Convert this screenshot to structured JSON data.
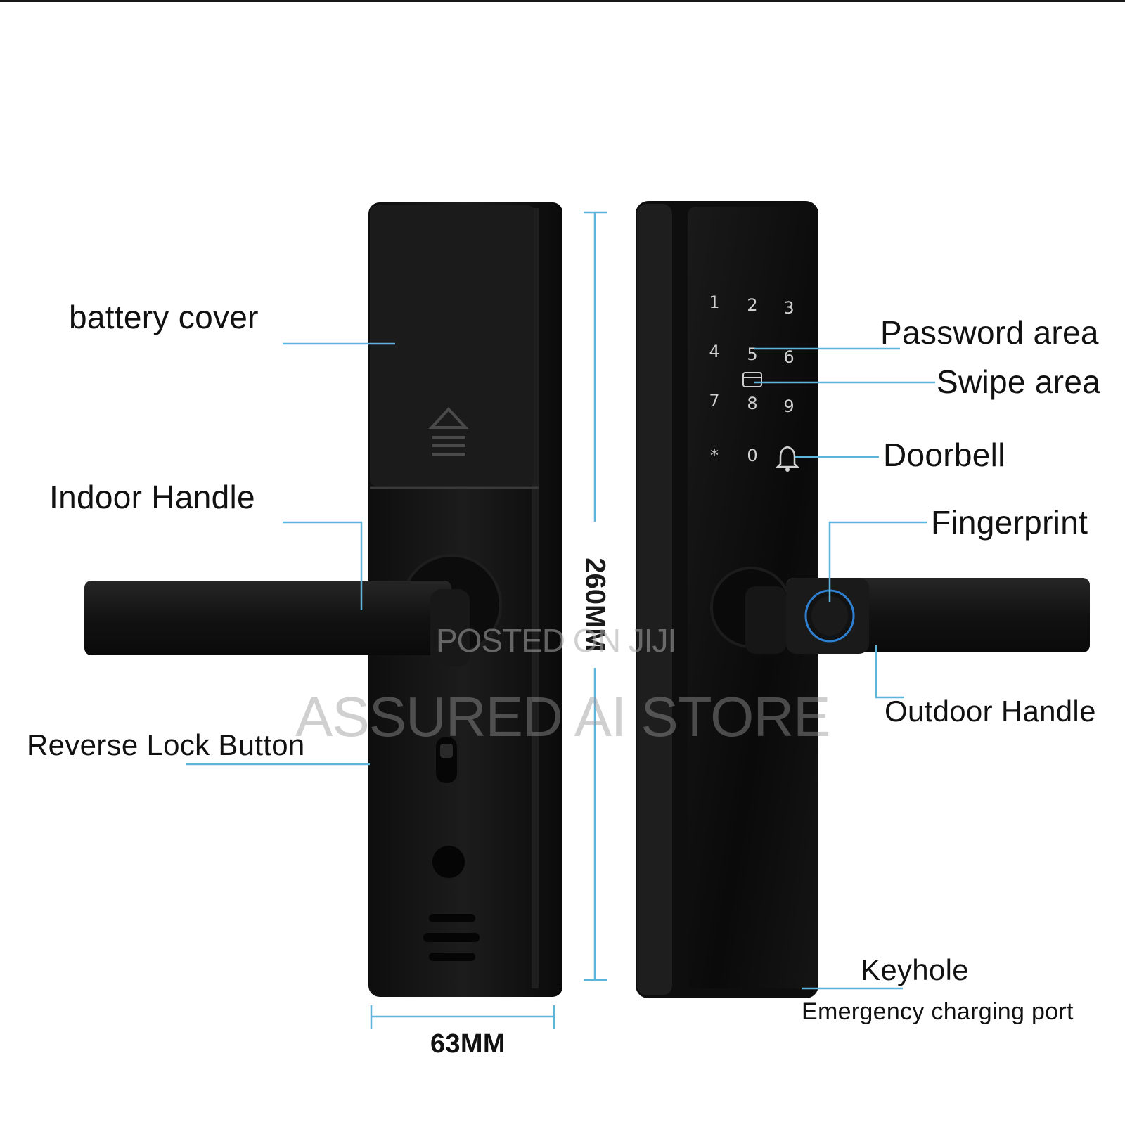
{
  "labels": {
    "battery_cover": "battery cover",
    "indoor_handle": "Indoor Handle",
    "reverse_lock_button": "Reverse Lock Button",
    "password_area": "Password area",
    "swipe_area": "Swipe area",
    "doorbell": "Doorbell",
    "fingerprint": "Fingerprint",
    "outdoor_handle": "Outdoor Handle",
    "keyhole": "Keyhole",
    "emergency_charging_port": "Emergency charging port"
  },
  "dimensions": {
    "height": "260MM",
    "width": "63MM"
  },
  "keypad": {
    "keys": [
      "1",
      "2",
      "3",
      "4",
      "5",
      "6",
      "7",
      "8",
      "9",
      "*",
      "0"
    ]
  },
  "watermarks": {
    "posted": "POSTED ON JIJI",
    "store": "ASSURED AI STORE"
  },
  "colors": {
    "leader_line": "#5fb4dc",
    "lock_body": "#141414",
    "fingerprint_ring": "#2f7fd0"
  }
}
